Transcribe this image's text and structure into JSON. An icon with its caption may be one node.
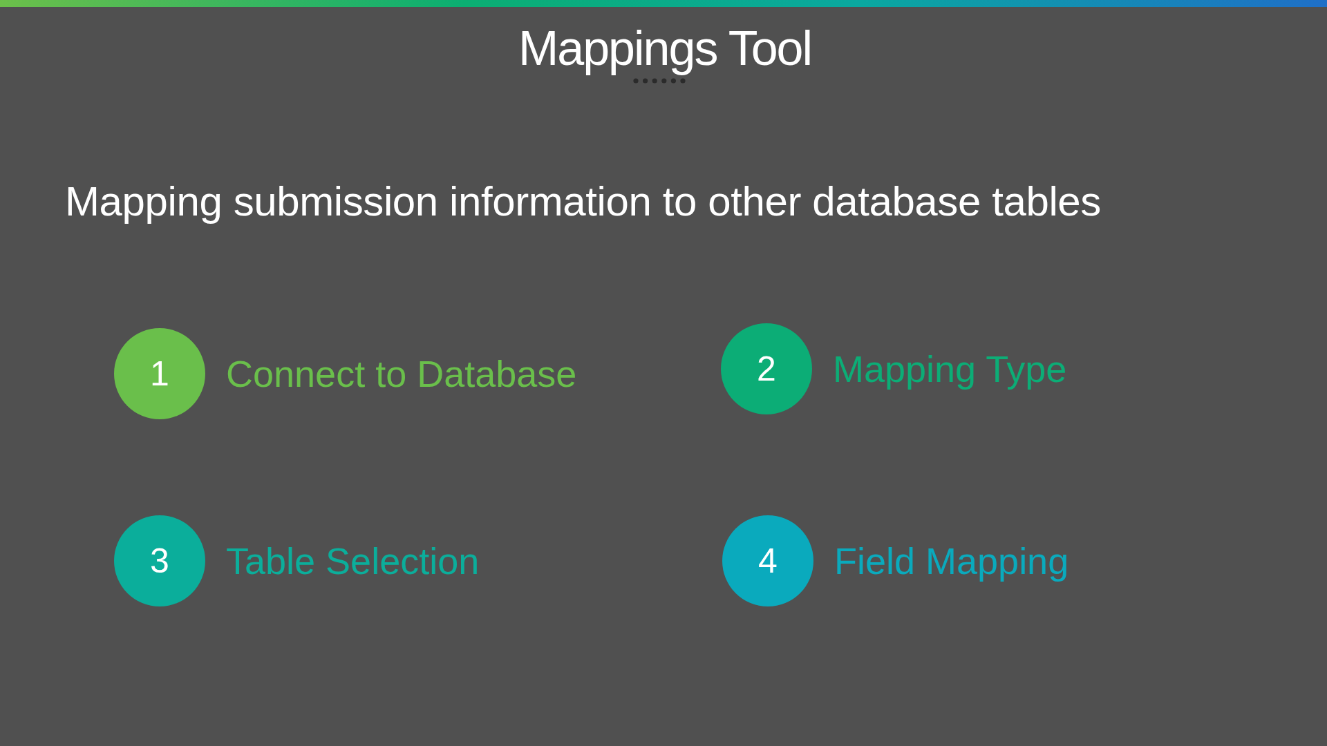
{
  "diagram": {
    "title": "Mappings Tool",
    "nodes": [
      {
        "text": [
          "1"
        ],
        "beside": [
          "Connect to Database"
        ]
      },
      {
        "text": [
          "2"
        ],
        "beside": [
          "Mapping Type"
        ]
      },
      {
        "text": [
          "3"
        ],
        "beside": [
          "Table Selection"
        ]
      },
      {
        "text": [
          "4"
        ],
        "beside": [
          "Field Mapping"
        ]
      }
    ],
    "labels": [
      "Mapping submission information to other database tables"
    ]
  }
}
